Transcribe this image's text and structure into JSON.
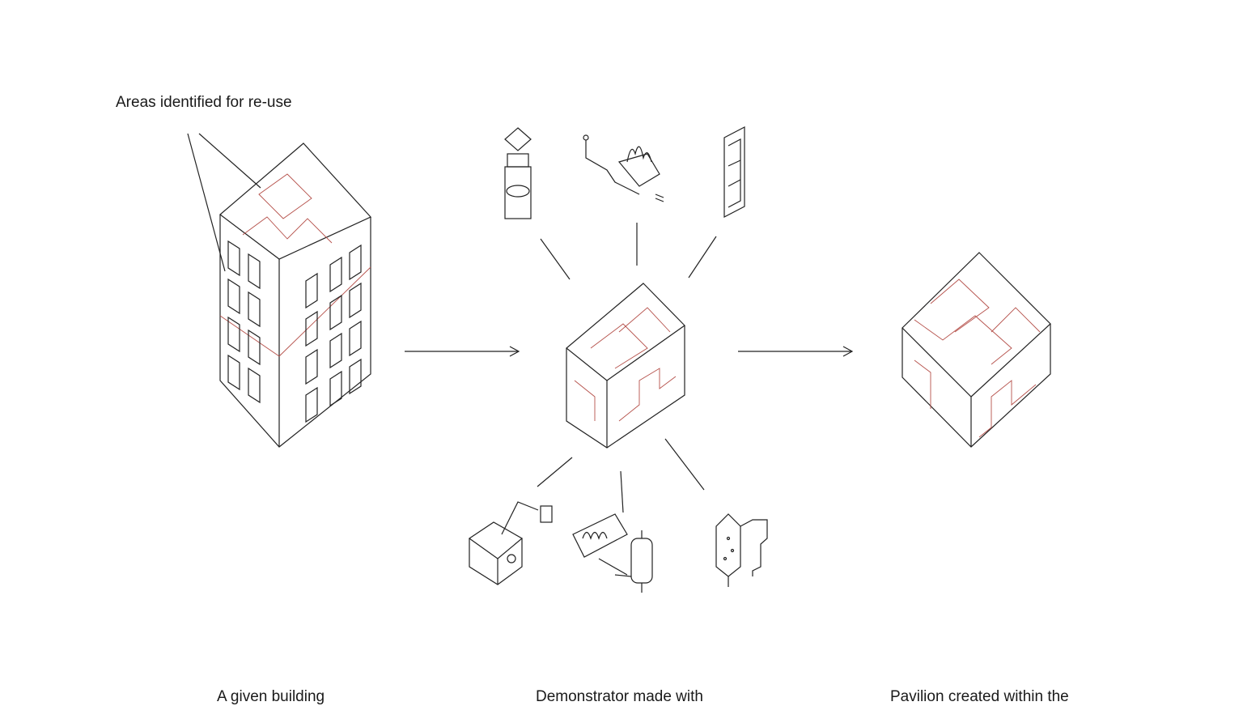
{
  "annotation": "Areas identified for re-use",
  "captions": [
    "A given building",
    "Demonstrator made with",
    "Pavilion created within the"
  ],
  "colors": {
    "line": "#222222",
    "accent": "#b5504a"
  }
}
